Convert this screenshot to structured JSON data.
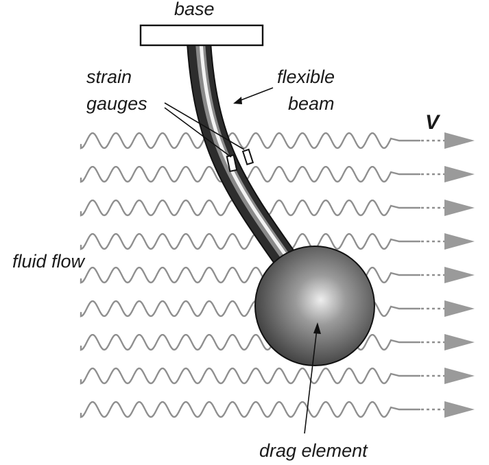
{
  "labels": {
    "base": "base",
    "strain": "strain",
    "gauges": "gauges",
    "flexible": "flexible",
    "beam": "beam",
    "velocity": "V",
    "fluid_flow": "fluid flow",
    "drag_element": "drag element"
  },
  "colors": {
    "flow_lines": "#8f8f8f",
    "arrowheads": "#9a9a9a",
    "beam_dark": "#2a2a2a",
    "sphere_dark": "#3a3a3a",
    "outline": "#111111"
  }
}
